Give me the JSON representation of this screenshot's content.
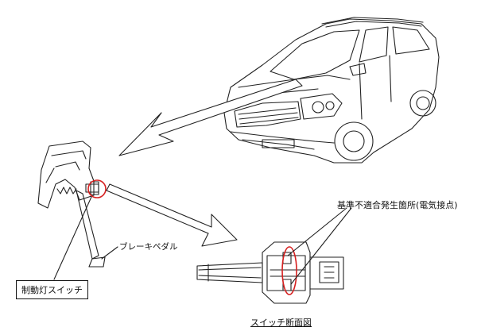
{
  "labels": {
    "brake_pedal": "ブレーキペダル",
    "defect_location": "基準不適合発生箇所(電気接点)",
    "brake_light_switch": "制動灯スイッチ",
    "switch_cross_section": "スイッチ断面図"
  },
  "colors": {
    "line": "#222222",
    "highlight_circle": "#d62020"
  }
}
